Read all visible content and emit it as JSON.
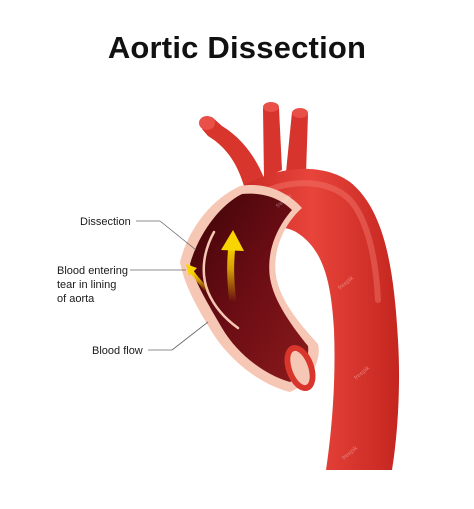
{
  "title": "Aortic Dissection",
  "labels": {
    "dissection": "Dissection",
    "blood_entering_line1": "Blood entering",
    "blood_entering_line2": "tear in lining",
    "blood_entering_line3": "of aorta",
    "blood_flow": "Blood flow"
  },
  "colors": {
    "aorta": "#e03a32",
    "aorta_highlight": "#f0675d",
    "aorta_shadow": "#b8231d",
    "lumen": "#5a0a10",
    "lining": "#f6c7b4",
    "arrow": "#f5c400",
    "leader_line": "#666666"
  },
  "watermark": "freepik"
}
